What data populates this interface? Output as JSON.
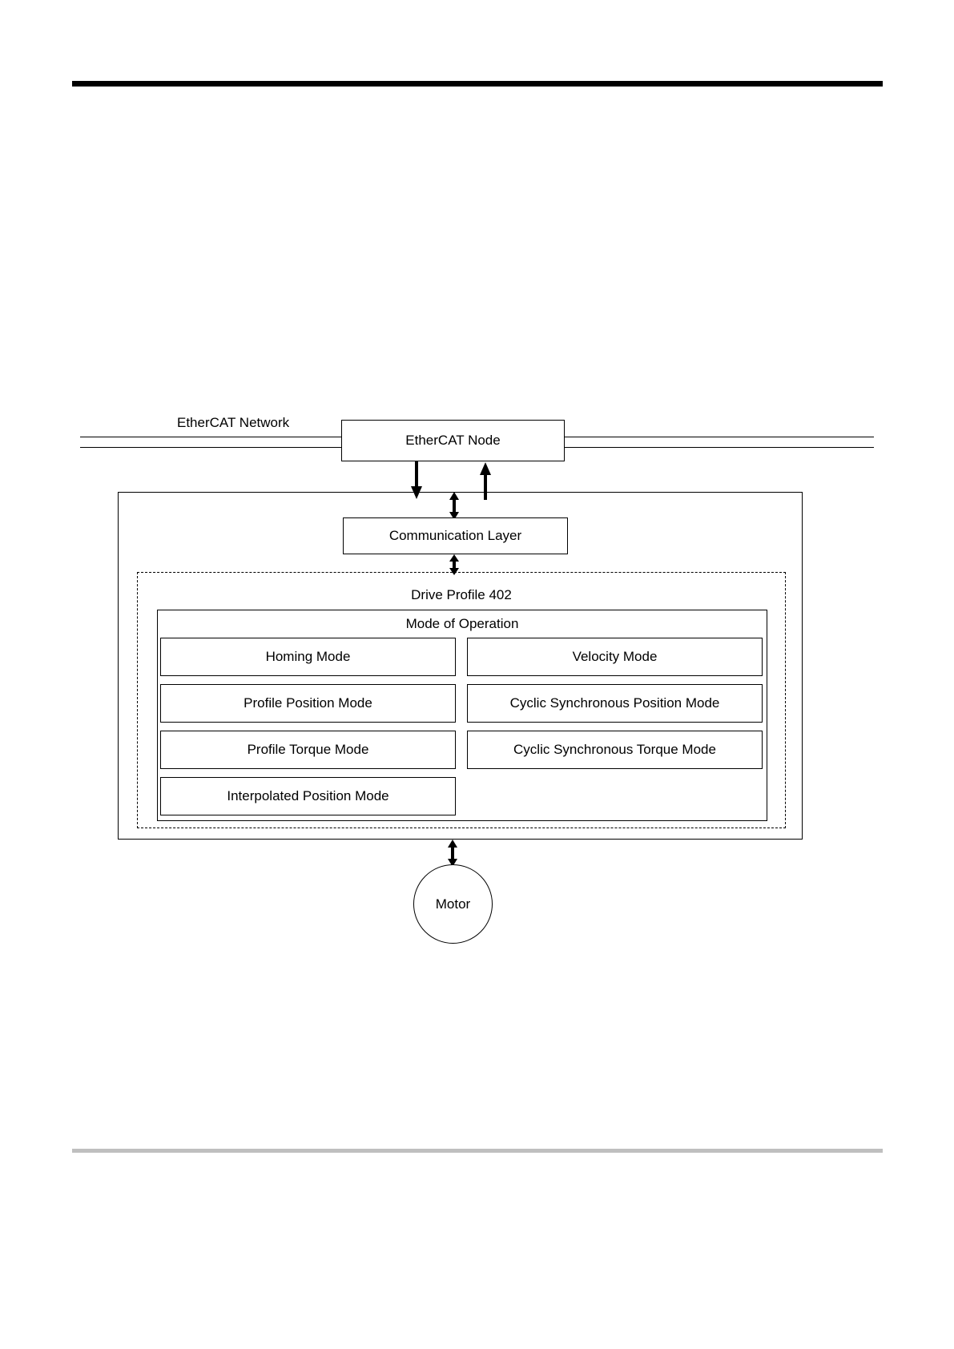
{
  "page": {
    "header_rule_color": "#000000",
    "footer_rule_color": "#bfbfbf"
  },
  "diagram": {
    "network_label": "EtherCAT Network",
    "ethercat_node": "EtherCAT Node",
    "communication_layer": "Communication Layer",
    "drive_profile": "Drive Profile 402",
    "mode_of_operation": "Mode of Operation",
    "motor": "Motor",
    "modes_left": [
      "Homing Mode",
      "Profile Position Mode",
      "Profile Torque Mode",
      "Interpolated Position Mode"
    ],
    "modes_right": [
      "Velocity Mode",
      "Cyclic Synchronous Position Mode",
      "Cyclic Synchronous Torque Mode"
    ],
    "arrows": [
      {
        "name": "node-to-layer-down",
        "direction": "down"
      },
      {
        "name": "layer-to-node-up",
        "direction": "up"
      },
      {
        "name": "node-layer-bidirectional",
        "direction": "both"
      },
      {
        "name": "layer-to-profile-bidirectional",
        "direction": "both"
      },
      {
        "name": "drive-to-motor-bidirectional",
        "direction": "both"
      }
    ]
  }
}
